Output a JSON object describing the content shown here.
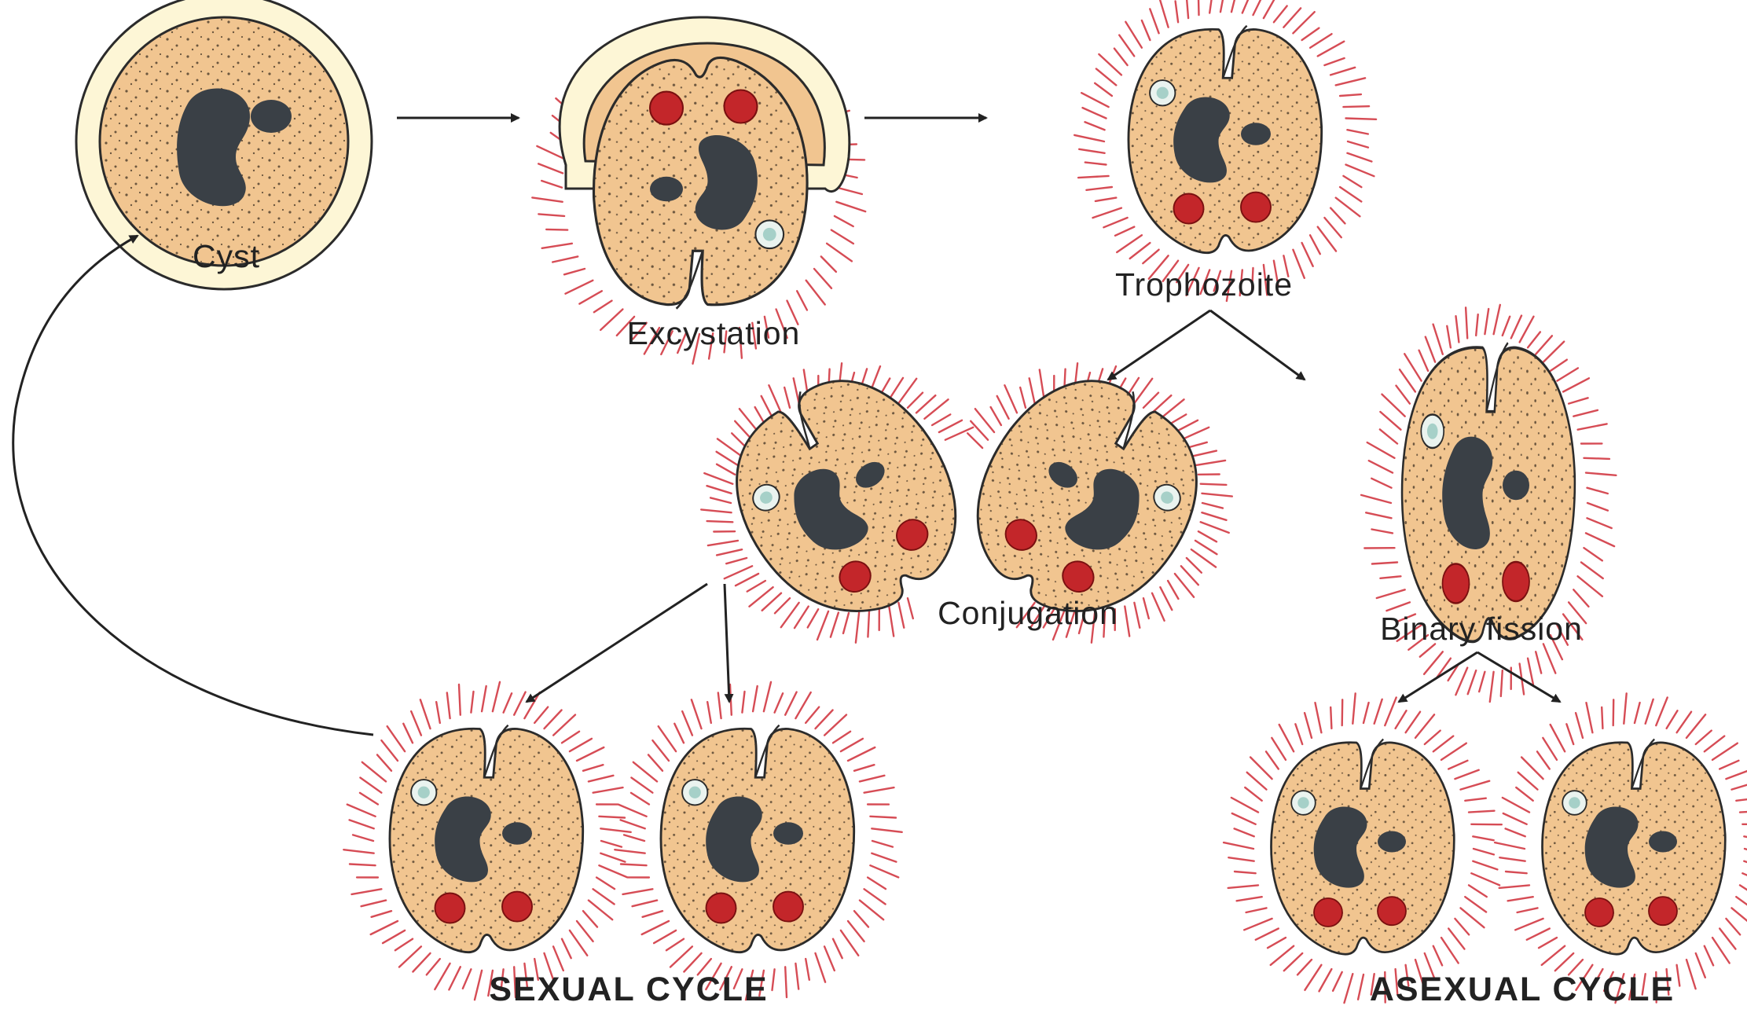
{
  "labels": {
    "cyst": "Cyst",
    "excystation": "Excystation",
    "trophozoite": "Trophozoite",
    "conjugation": "Conjugation",
    "binary_fission": "Binary fission",
    "sexual_cycle": "SEXUAL CYCLE",
    "asexual_cycle": "ASEXUAL CYCLE"
  },
  "colors": {
    "cytoplasm": "#f1c590",
    "cyst_wall": "#fdf6d6",
    "cilia": "#d64c55",
    "nucleus": "#3a4046",
    "vacuole": "#c3262a",
    "contractile_vacuole": "#a6d0c8",
    "outline": "#2b2b2b"
  }
}
